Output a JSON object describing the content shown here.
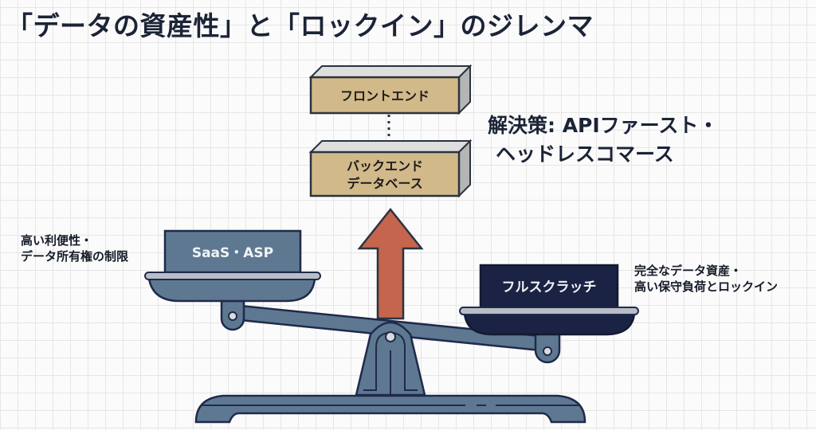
{
  "title": "「データの資産性」と「ロックイン」のジレンマ",
  "stack": {
    "top_box": "フロントエンド",
    "bottom_box_line1": "バックエンド",
    "bottom_box_line2": "データベース",
    "connector": "dotted-line"
  },
  "solution": {
    "line1": "解決策: APIファースト・",
    "line2": "ヘッドレスコマース"
  },
  "left_pan": {
    "label": "SaaS・ASP",
    "caption_line1": "高い利便性・",
    "caption_line2": "データ所有権の制限",
    "position": "raised"
  },
  "right_pan": {
    "label": "フルスクラッチ",
    "caption_line1": "完全なデータ資産・",
    "caption_line2": "高い保守負荷とロックイン",
    "position": "lowered"
  },
  "arrow": {
    "direction": "up",
    "meaning": "lift-toward-solution"
  },
  "colors": {
    "box_fill": "#d2b98a",
    "box_top": "#dcdcdc",
    "box_side": "#b8b8b8",
    "outline": "#2b3340",
    "steel": "#5f7892",
    "steel_dark": "#1f2a4a",
    "navy_pan": "#1a2344",
    "arrow": "#c5654d",
    "rim": "#b9bec6"
  }
}
